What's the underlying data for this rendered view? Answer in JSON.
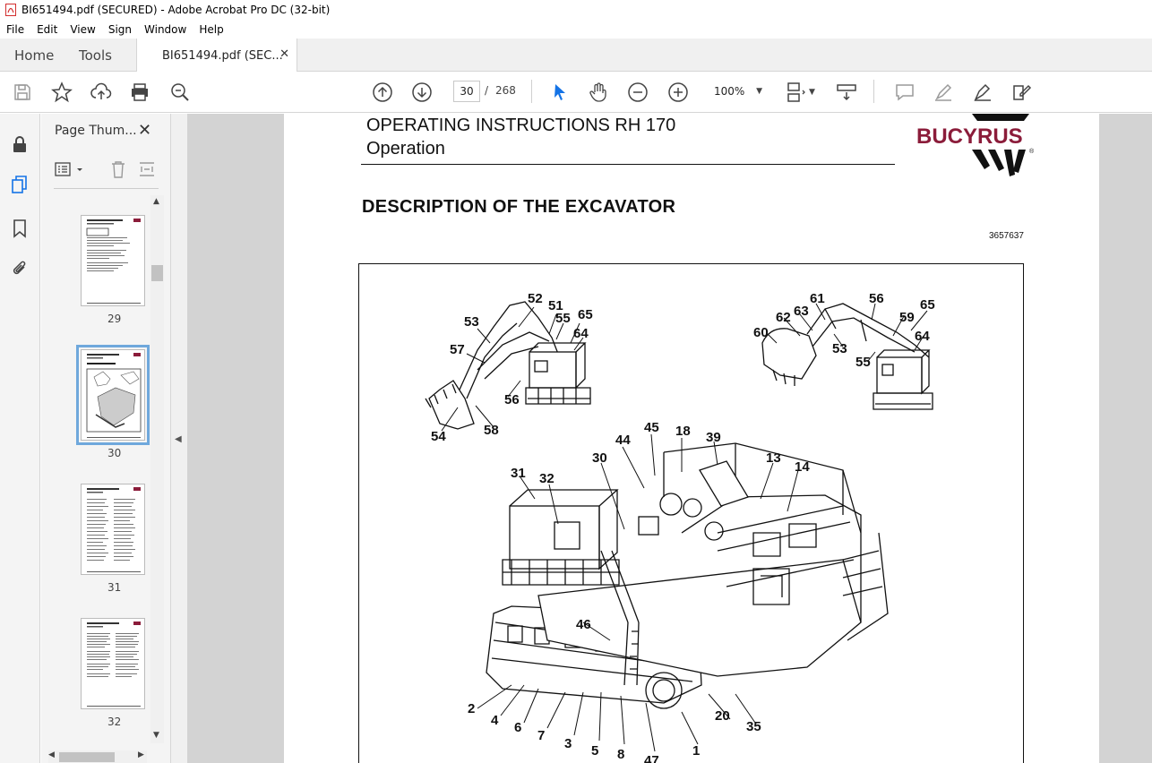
{
  "window": {
    "title": "BI651494.pdf (SECURED) - Adobe Acrobat Pro DC (32-bit)"
  },
  "menu": [
    "File",
    "Edit",
    "View",
    "Sign",
    "Window",
    "Help"
  ],
  "tabs": {
    "home": "Home",
    "tools": "Tools",
    "document": "BI651494.pdf (SEC..."
  },
  "toolbar": {
    "current_page": "30",
    "page_separator": "/",
    "total_pages": "268",
    "zoom": "100%"
  },
  "thumbnails_panel": {
    "title": "Page Thum...",
    "pages": [
      {
        "number": "29",
        "selected": false
      },
      {
        "number": "30",
        "selected": true
      },
      {
        "number": "31",
        "selected": false
      },
      {
        "number": "32",
        "selected": false
      }
    ]
  },
  "document": {
    "header_title": "OPERATING INSTRUCTIONS RH 170",
    "header_subtitle": "Operation",
    "logo_text": "BUCYRUS",
    "logo_mark": "®",
    "section_title": "DESCRIPTION OF THE EXCAVATOR",
    "figure_id": "3657637",
    "callouts": [
      "52",
      "51",
      "53",
      "55",
      "65",
      "64",
      "57",
      "56",
      "54",
      "58",
      "61",
      "56",
      "62",
      "63",
      "65",
      "60",
      "59",
      "53",
      "64",
      "55",
      "45",
      "18",
      "39",
      "44",
      "30",
      "13",
      "14",
      "31",
      "32",
      "46",
      "2",
      "4",
      "6",
      "7",
      "3",
      "5",
      "8",
      "47",
      "1",
      "20",
      "35"
    ]
  },
  "colors": {
    "logo": "#8b1c3a",
    "selection": "#6fa8dc",
    "viewer_bg": "#d3d3d3",
    "panel_bg": "#f4f4f4"
  },
  "icons": [
    "save-icon",
    "bookmark-star-icon",
    "upload-icon",
    "print-icon",
    "zoom-search-icon",
    "page-up-icon",
    "page-down-icon",
    "select-arrow-icon",
    "hand-icon",
    "zoom-out-icon",
    "zoom-in-icon",
    "fit-page-icon",
    "scroll-mode-icon",
    "comment-icon",
    "highlight-icon",
    "sign-icon",
    "edit-pdf-icon",
    "lock-icon",
    "pages-icon",
    "bookmark-icon",
    "attachment-icon"
  ]
}
